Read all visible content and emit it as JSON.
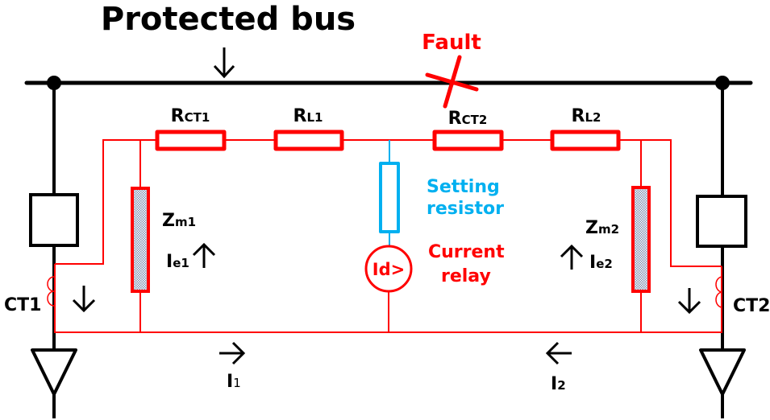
{
  "title": "Protected bus",
  "fault": {
    "label": "Fault"
  },
  "colors": {
    "bus": "#000000",
    "secondary_wiring": "#ff0000",
    "setting_resistor": "#00b0f0",
    "magnetizing_fill": "#b8c4d8"
  },
  "resistors": {
    "rct1": {
      "main": "R",
      "sub": "CT1"
    },
    "rl1": {
      "main": "R",
      "sub": "L1"
    },
    "rct2": {
      "main": "R",
      "sub": "CT2"
    },
    "rl2": {
      "main": "R",
      "sub": "L2"
    }
  },
  "magnetizing": {
    "zm1": {
      "main": "Z",
      "sub": "m1"
    },
    "zm2": {
      "main": "Z",
      "sub": "m2"
    },
    "ie1": {
      "main": "I",
      "sub": "e1"
    },
    "ie2": {
      "main": "I",
      "sub": "e2"
    }
  },
  "setting_resistor": {
    "line1": "Setting",
    "line2": "resistor"
  },
  "relay": {
    "symbol": "Id>",
    "line1": "Current",
    "line2": "relay"
  },
  "cts": {
    "ct1": "CT1",
    "ct2": "CT2"
  },
  "currents": {
    "i1": {
      "main": "I",
      "sub": "1"
    },
    "i2": {
      "main": "I",
      "sub": "2"
    }
  }
}
